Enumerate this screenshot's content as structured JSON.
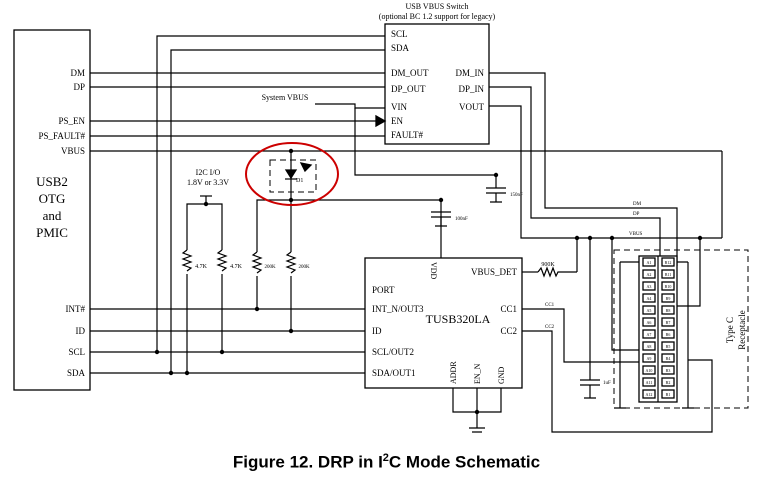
{
  "switch_block": {
    "title_line1": "USB VBUS Switch",
    "title_line2": "(optional BC 1.2 support for legacy)",
    "pins_left": [
      "SCL",
      "SDA",
      "DM_OUT",
      "DP_OUT",
      "VIN",
      "EN",
      "FAULT#"
    ],
    "pins_right": [
      "DM_IN",
      "DP_IN",
      "VOUT"
    ]
  },
  "pmic_block": {
    "label_lines": [
      "USB2",
      "OTG",
      "and",
      "PMIC"
    ],
    "pins": [
      "DM",
      "DP",
      "PS_EN",
      "PS_FAULT#",
      "VBUS",
      "INT#",
      "ID",
      "SCL",
      "SDA"
    ]
  },
  "tusb_block": {
    "name": "TUSB320LA",
    "pins_left": [
      "PORT",
      "INT_N/OUT3",
      "ID",
      "SCL/OUT2",
      "SDA/OUT1"
    ],
    "pins_right": [
      "VBUS_DET",
      "CC1",
      "CC2"
    ],
    "pins_top": [
      "VDD"
    ],
    "pins_bottom": [
      "ADDR",
      "EN_N",
      "GND"
    ]
  },
  "labels": {
    "system_vbus": "System VBUS",
    "i2c_io_line1": "I2C I/O",
    "i2c_io_line2": "1.8V or 3.3V",
    "d1": "D1",
    "c_150nf": "150nF",
    "c_100nf": "100nF",
    "c_1uf": "1uF",
    "r_900k": "900K",
    "r_47k_a": "4.7K",
    "r_47k_b": "4.7K",
    "r_200k_a": "200K",
    "r_200k_b": "200K",
    "net_dm": "DM",
    "net_dp": "DP",
    "net_vbus": "VBUS",
    "net_cc1": "CC1",
    "net_cc2": "CC2",
    "receptacle_line1": "Type C",
    "receptacle_line2": "Receptacle"
  },
  "receptacle_pins_left": [
    "A1",
    "A2",
    "A3",
    "A4",
    "A5",
    "A6",
    "A7",
    "A8",
    "A9",
    "A10",
    "A11",
    "A12"
  ],
  "receptacle_pins_right": [
    "B12",
    "B11",
    "B10",
    "B9",
    "B8",
    "B7",
    "B6",
    "B5",
    "B4",
    "B3",
    "B2",
    "B1"
  ],
  "caption": {
    "prefix": "Figure 12.  DRP in I",
    "sup": "2",
    "suffix": "C Mode Schematic"
  },
  "colors": {
    "highlight_circle": "#cc0000"
  }
}
